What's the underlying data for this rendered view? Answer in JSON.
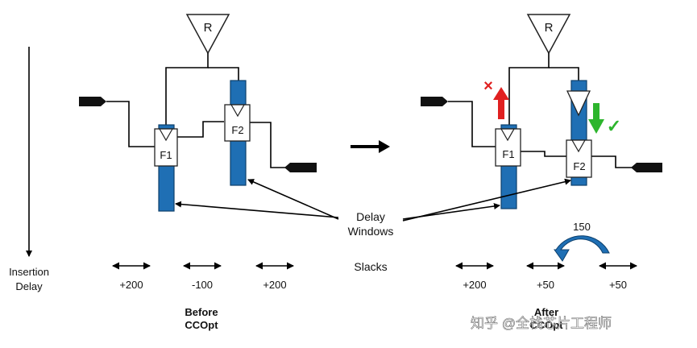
{
  "labels": {
    "root": "R",
    "ff1": "F1",
    "ff2": "F2",
    "delay_windows_line1": "Delay",
    "delay_windows_line2": "Windows",
    "slacks": "Slacks",
    "insertion_line1": "Insertion",
    "insertion_line2": "Delay",
    "before_line1": "Before",
    "before_line2": "CCOpt",
    "after_line1": "After",
    "after_line2": "CCOpt",
    "rotate_amount": "150",
    "watermark": "知乎 @全栈芯片工程师"
  },
  "slacks_before": [
    "+200",
    "-100",
    "+200"
  ],
  "slacks_after": [
    "+200",
    "+50",
    "+50"
  ],
  "marks": {
    "cross": "×",
    "check": "✓"
  },
  "colors": {
    "delay_window": "#1f6fb4",
    "up_arrow": "#e02020",
    "down_arrow": "#2db52d",
    "rotate_arrow": "#1f6fb4"
  }
}
